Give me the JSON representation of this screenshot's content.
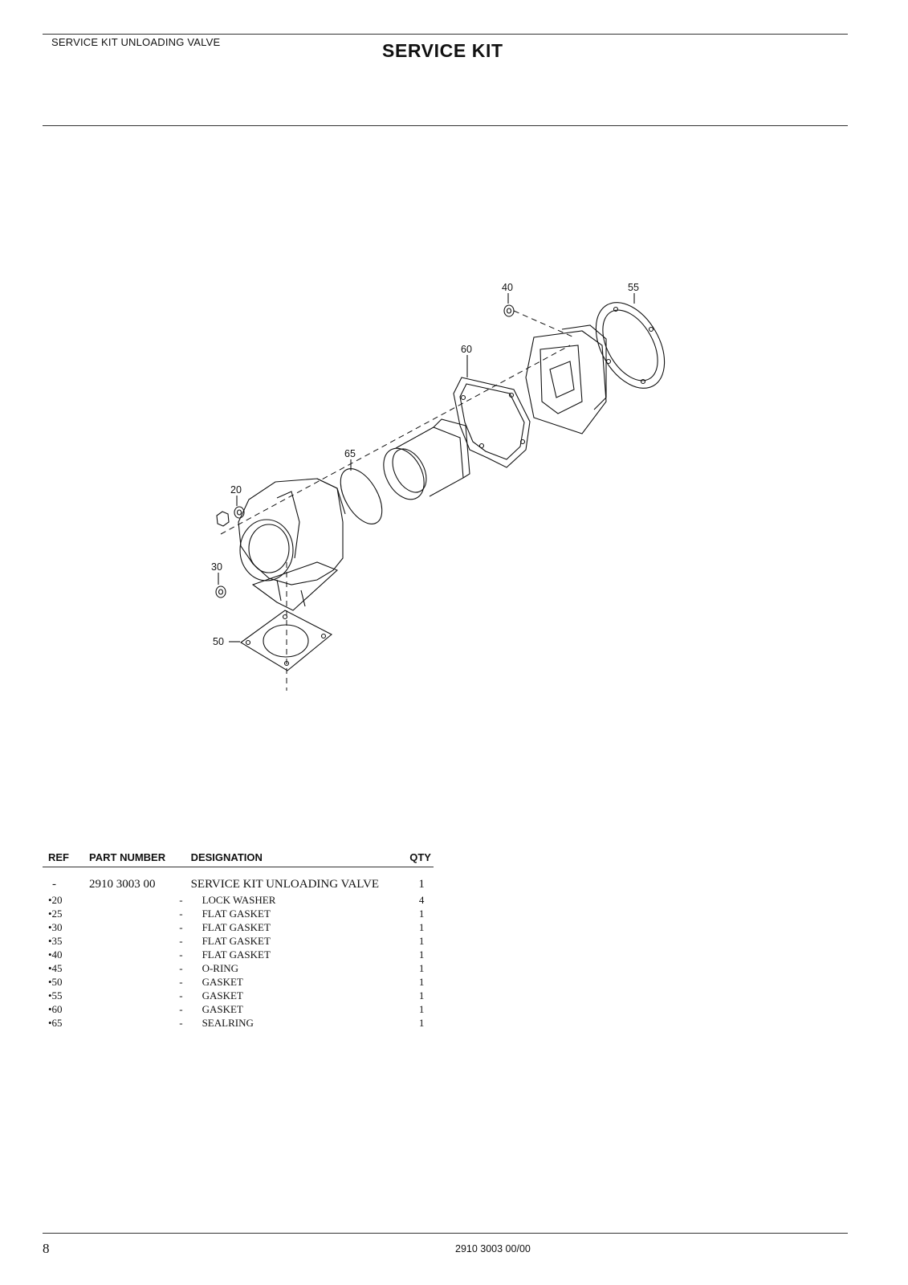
{
  "header": {
    "section": "SERVICE KIT UNLOADING VALVE",
    "title": "SERVICE KIT"
  },
  "diagram": {
    "callouts": [
      "40",
      "55",
      "60",
      "65",
      "20",
      "30",
      "50"
    ]
  },
  "table": {
    "headers": {
      "ref": "REF",
      "part_number": "PART NUMBER",
      "designation": "DESIGNATION",
      "qty": "QTY"
    },
    "kit": {
      "ref": "-",
      "part_number": "2910 3003 00",
      "designation": "SERVICE KIT UNLOADING VALVE",
      "qty": "1"
    },
    "rows": [
      {
        "ref": "•20",
        "part_number": "-",
        "designation": "LOCK WASHER",
        "qty": "4"
      },
      {
        "ref": "•25",
        "part_number": "-",
        "designation": "FLAT GASKET",
        "qty": "1"
      },
      {
        "ref": "•30",
        "part_number": "-",
        "designation": "FLAT GASKET",
        "qty": "1"
      },
      {
        "ref": "•35",
        "part_number": "-",
        "designation": "FLAT GASKET",
        "qty": "1"
      },
      {
        "ref": "•40",
        "part_number": "-",
        "designation": "FLAT GASKET",
        "qty": "1"
      },
      {
        "ref": "•45",
        "part_number": "-",
        "designation": "O-RING",
        "qty": "1"
      },
      {
        "ref": "•50",
        "part_number": "-",
        "designation": "GASKET",
        "qty": "1"
      },
      {
        "ref": "•55",
        "part_number": "-",
        "designation": "GASKET",
        "qty": "1"
      },
      {
        "ref": "•60",
        "part_number": "-",
        "designation": "GASKET",
        "qty": "1"
      },
      {
        "ref": "•65",
        "part_number": "-",
        "designation": "SEALRING",
        "qty": "1"
      }
    ]
  },
  "footer": {
    "page_number": "8",
    "doc_number": "2910 3003 00/00"
  }
}
